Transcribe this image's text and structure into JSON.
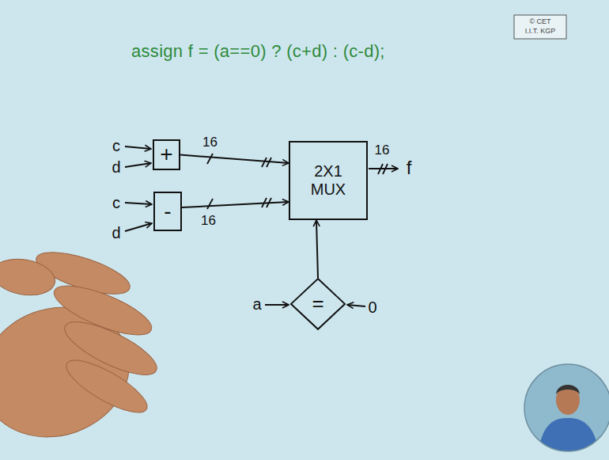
{
  "diagram": {
    "title": "assign f = (a==0) ? (c+d) : (c-d);",
    "nodes": [
      {
        "text": [
          "+"
        ]
      },
      {
        "text": [
          "-"
        ]
      },
      {
        "text": [
          "2X1 MUX"
        ]
      },
      {
        "text": [
          "="
        ]
      }
    ],
    "edges": [
      {
        "from": 0,
        "to": 2,
        "arrow": "to",
        "label": "16"
      },
      {
        "from": 1,
        "to": 2,
        "arrow": "to",
        "label": "16"
      },
      {
        "from": 3,
        "to": 2,
        "arrow": "to"
      }
    ],
    "labels": [
      "c",
      "d",
      "c",
      "d",
      "16",
      "f",
      "a",
      "0",
      "© CET",
      "I.I.T. KGP"
    ]
  }
}
